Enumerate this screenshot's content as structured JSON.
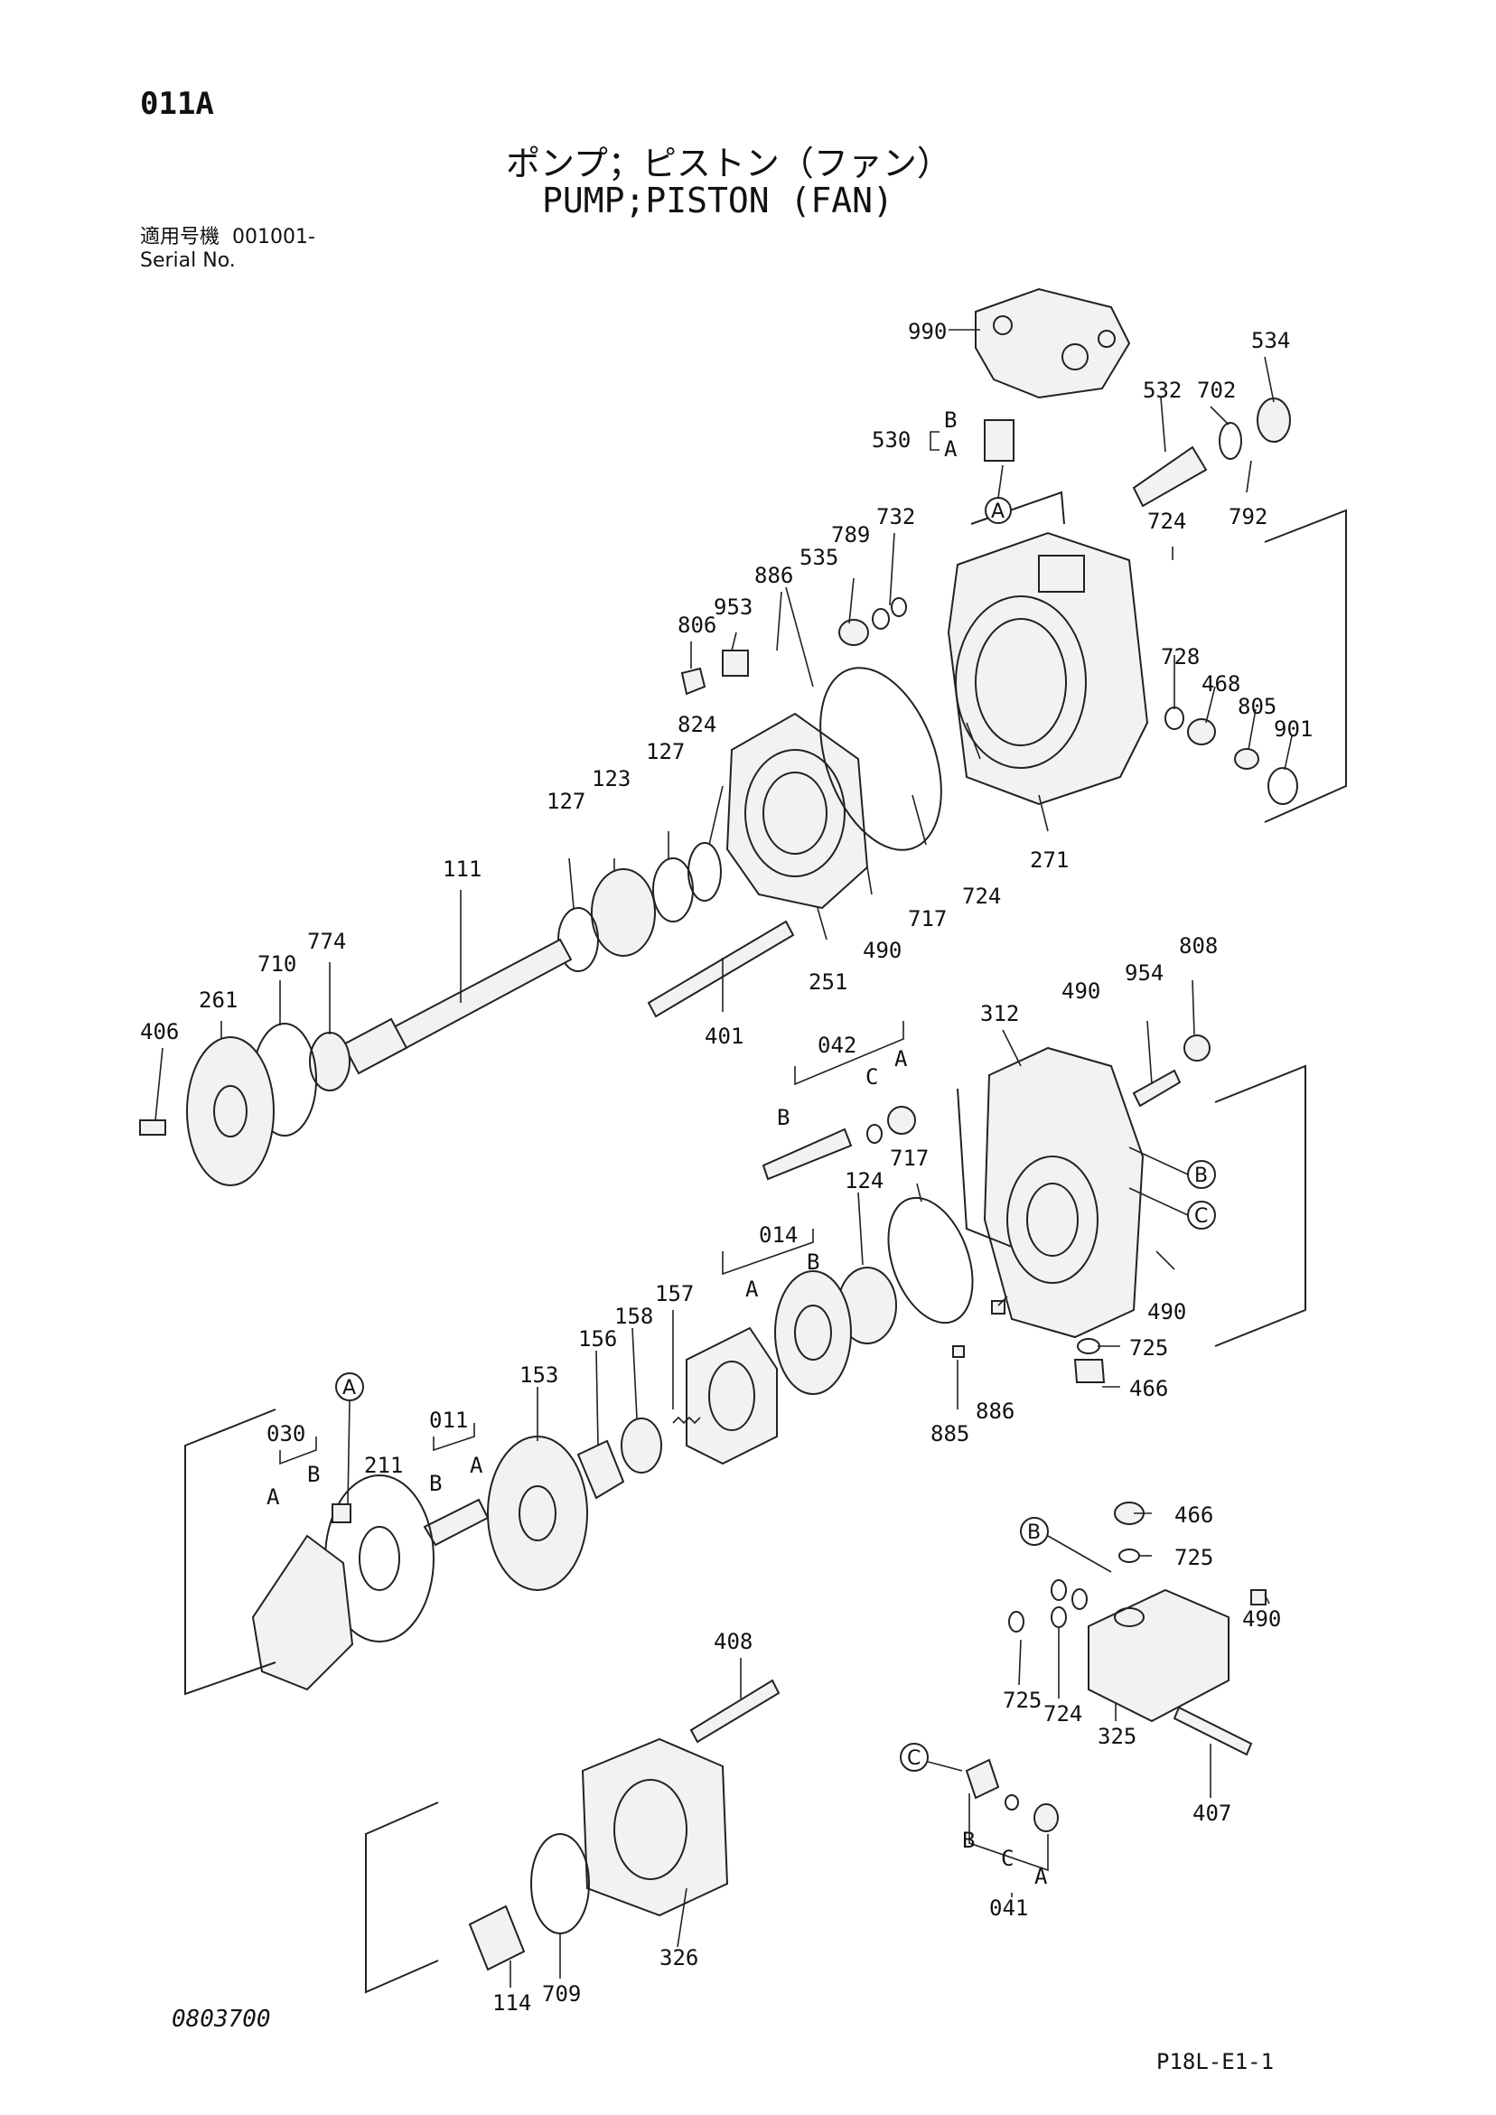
{
  "header": {
    "page_code": "011A",
    "title_jp": "ポンプ；ピストン（ファン）",
    "title_en": "PUMP;PISTON (FAN)",
    "serial_label_jp": "適用号機",
    "serial_value": "001001-",
    "serial_label_en": "Serial No."
  },
  "footer": {
    "drawing_no": "0803700",
    "sheet_ref": "P18L-E1-1"
  },
  "callouts": [
    "990",
    "534",
    "702",
    "532",
    "530",
    "792",
    "732",
    "789",
    "724",
    "535",
    "886",
    "953",
    "806",
    "824",
    "728",
    "468",
    "805",
    "901",
    "127",
    "123",
    "127",
    "271",
    "724",
    "490",
    "717",
    "111",
    "251",
    "774",
    "710",
    "261",
    "406",
    "401",
    "808",
    "954",
    "490",
    "312",
    "042",
    "717",
    "124",
    "014",
    "490",
    "725",
    "466",
    "886",
    "885",
    "157",
    "158",
    "156",
    "153",
    "011",
    "030",
    "211",
    "466",
    "725",
    "490",
    "725",
    "724",
    "325",
    "408",
    "407",
    "041",
    "709",
    "326",
    "114"
  ],
  "sublabels": [
    "B",
    "A",
    "C",
    "A",
    "B",
    "A",
    "B",
    "A",
    "B",
    "A",
    "B",
    "B",
    "C",
    "A"
  ],
  "refs": [
    "A",
    "B",
    "C",
    "A",
    "B",
    "C"
  ]
}
